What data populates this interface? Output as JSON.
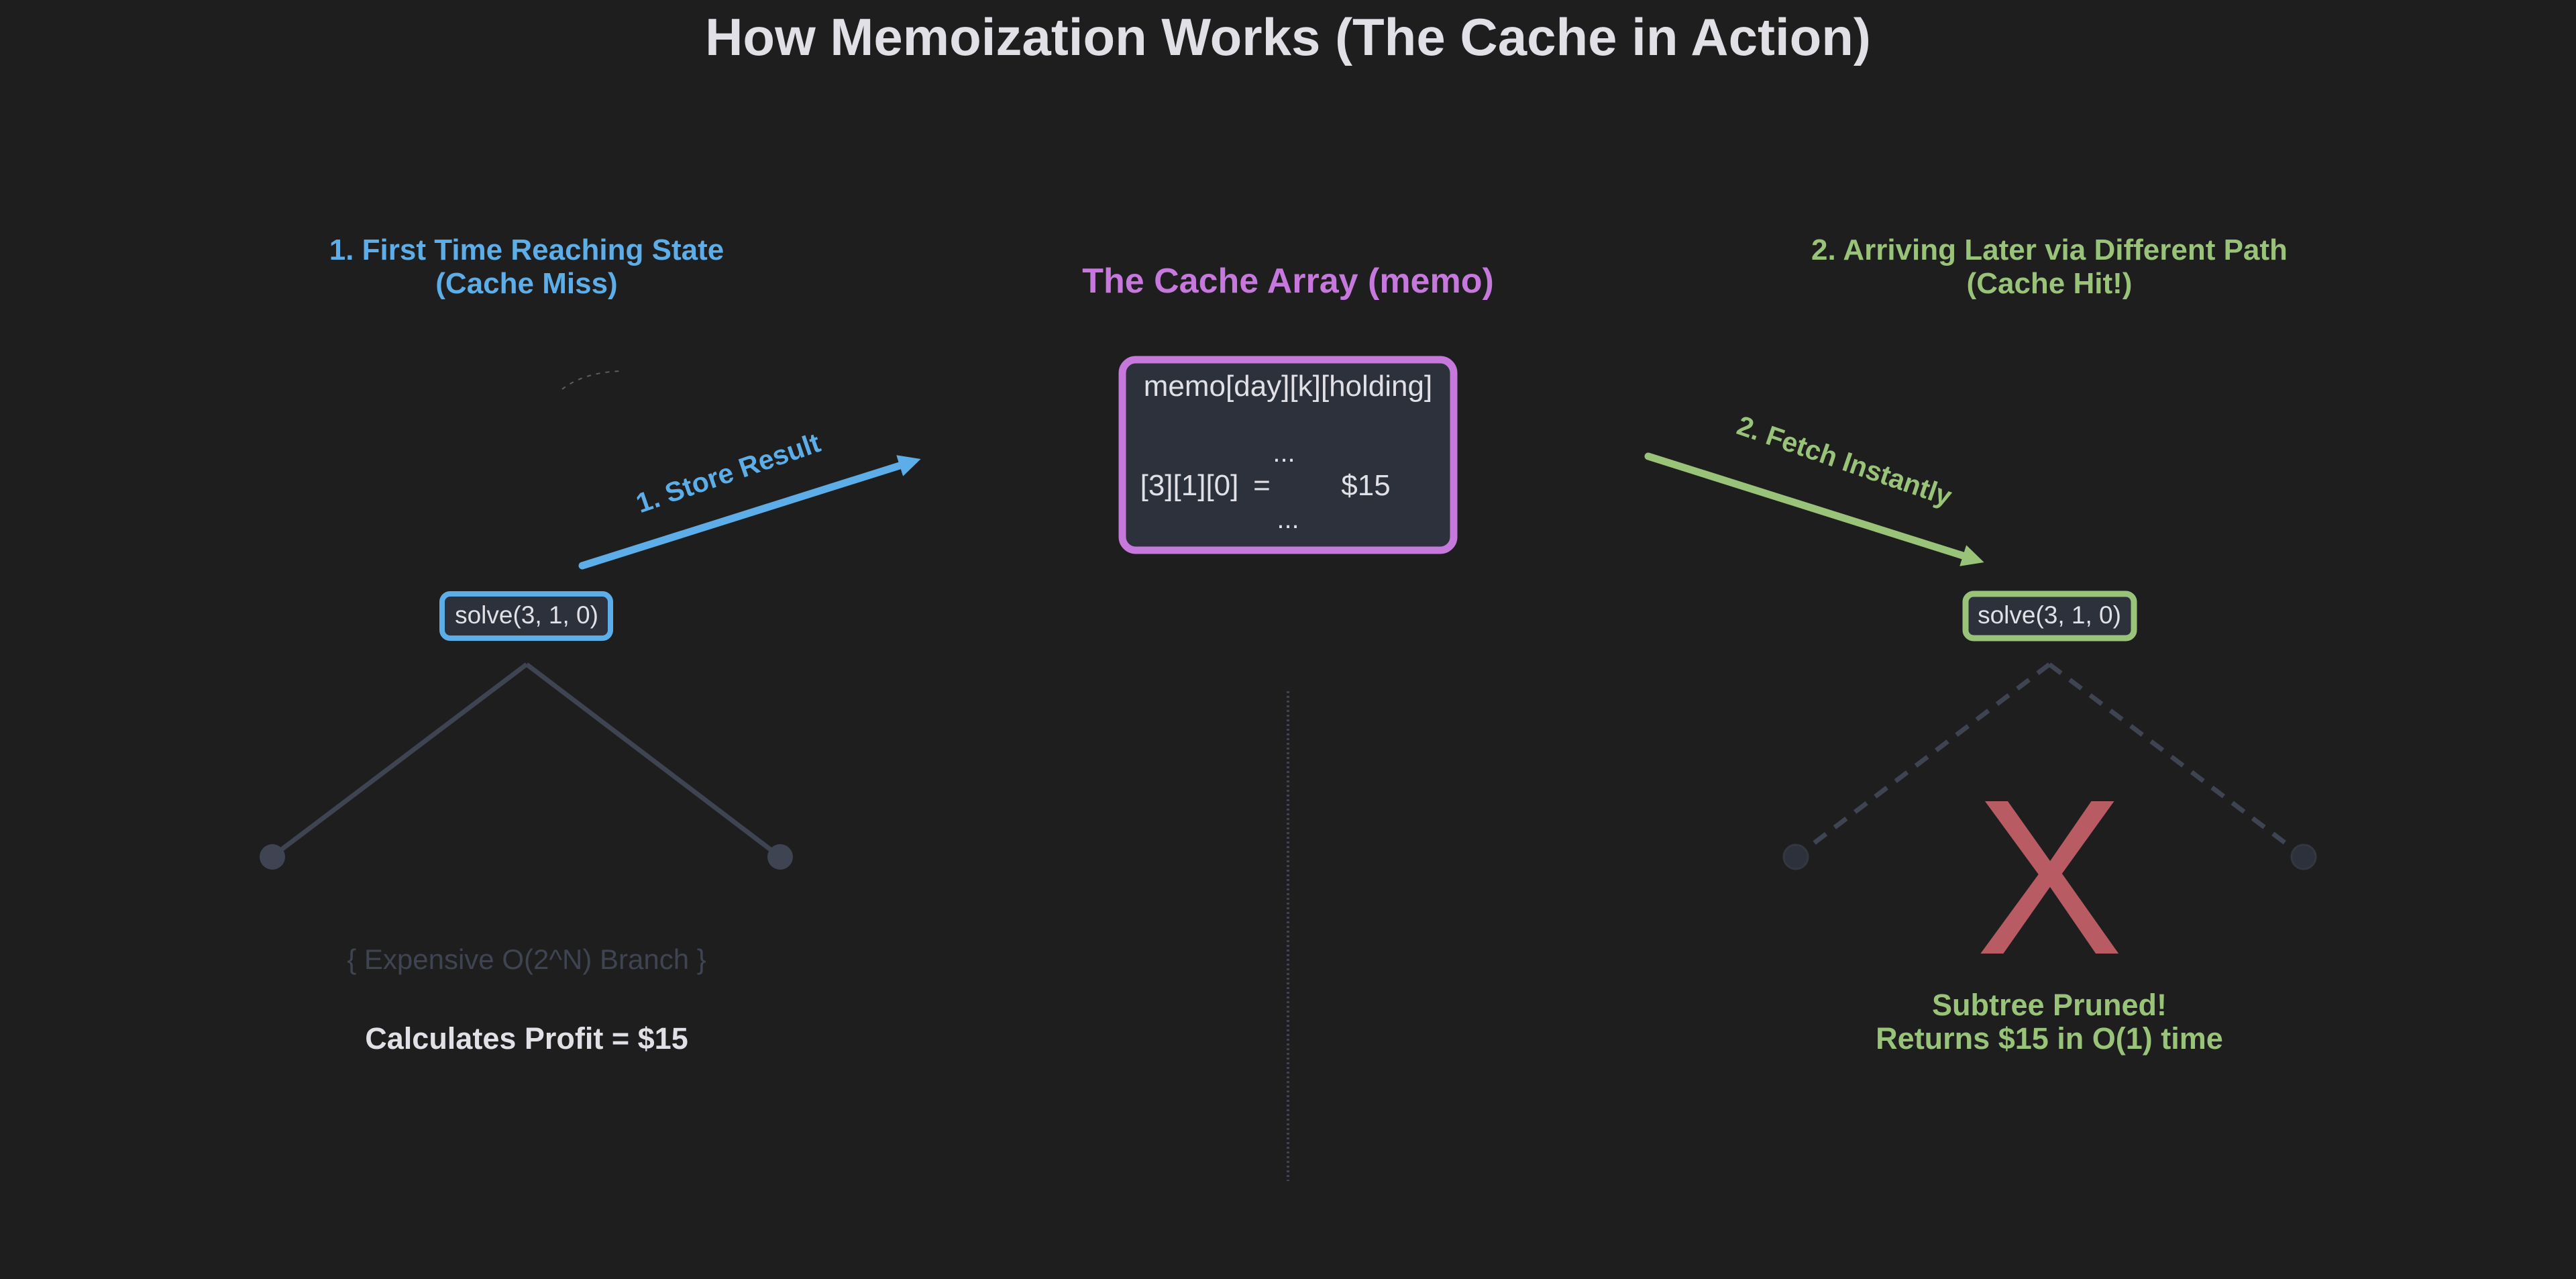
{
  "title": "How Memoization Works (The Cache in Action)",
  "colors": {
    "background": "#1e1e1e",
    "title": "#e0e0e6",
    "miss": "#5dade8",
    "cache": "#c678dd",
    "hit": "#98c379",
    "node_fill": "#2c313c",
    "edge": "#3e4452",
    "pruned_x": "#b85b62",
    "muted_text": "#3e4452",
    "light_text": "#e0e0e6"
  },
  "left_panel": {
    "heading_line1": "1. First Time Reaching State",
    "heading_line2": "(Cache Miss)",
    "node_label": "solve(3, 1, 0)",
    "branch_label": "{ Expensive O(2^N) Branch }",
    "result_label": "Calculates Profit = $15",
    "arrow_label": "1. Store Result"
  },
  "center_panel": {
    "heading": "The Cache Array (memo)",
    "memo_header": "memo[day][k][holding]",
    "memo_ellipsis_top": "...",
    "memo_entry_index": "[3][1][0]",
    "memo_entry_eq": "=",
    "memo_entry_value": "$15",
    "memo_ellipsis_bottom": "..."
  },
  "right_panel": {
    "heading_line1": "2. Arriving Later via Different Path",
    "heading_line2": "(Cache Hit!)",
    "node_label": "solve(3, 1, 0)",
    "pruned_mark": "X",
    "result_line1": "Subtree Pruned!",
    "result_line2": "Returns $15 in O(1) time",
    "arrow_label": "2. Fetch Instantly"
  }
}
